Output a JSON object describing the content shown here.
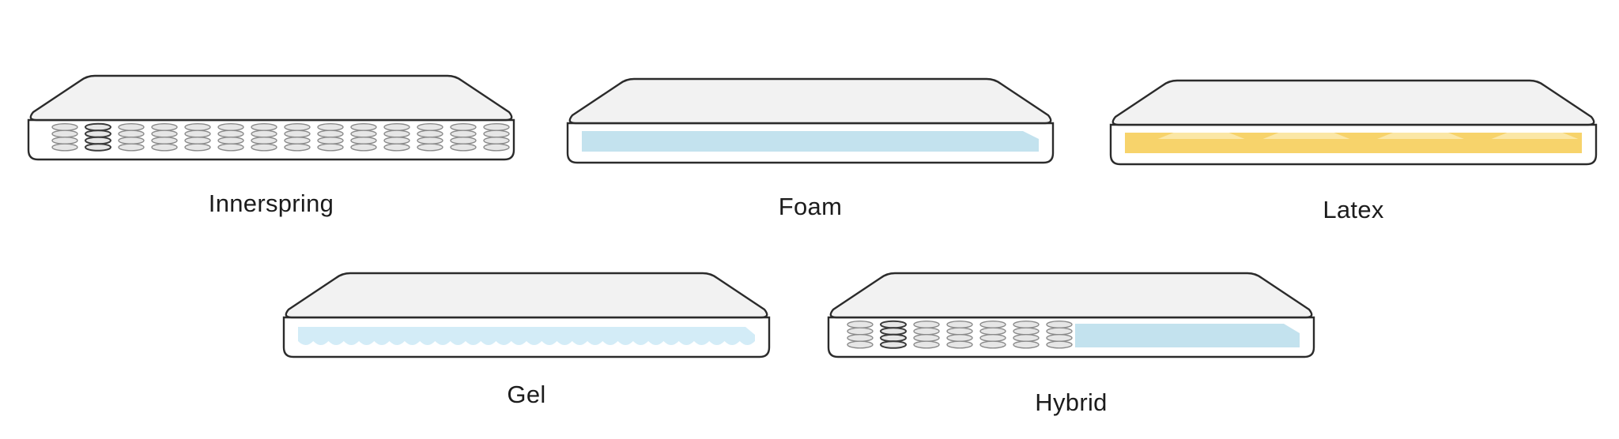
{
  "mattresses": [
    {
      "label": "Innerspring",
      "type": "innerspring"
    },
    {
      "label": "Foam",
      "type": "foam"
    },
    {
      "label": "Latex",
      "type": "latex"
    },
    {
      "label": "Gel",
      "type": "gel"
    },
    {
      "label": "Hybrid",
      "type": "hybrid"
    }
  ],
  "colors": {
    "outline": "#2b2b2b",
    "top_fill": "#f2f2f2",
    "side_fill": "#ffffff",
    "foam_fill": "#c3e2ee",
    "latex_fill": "#f7d36b",
    "latex_highlight": "#fbe7a6",
    "gel_fill": "#d3ecf7",
    "coil_stroke": "#8a8a8a",
    "coil_fill": "#e6e6e6"
  }
}
